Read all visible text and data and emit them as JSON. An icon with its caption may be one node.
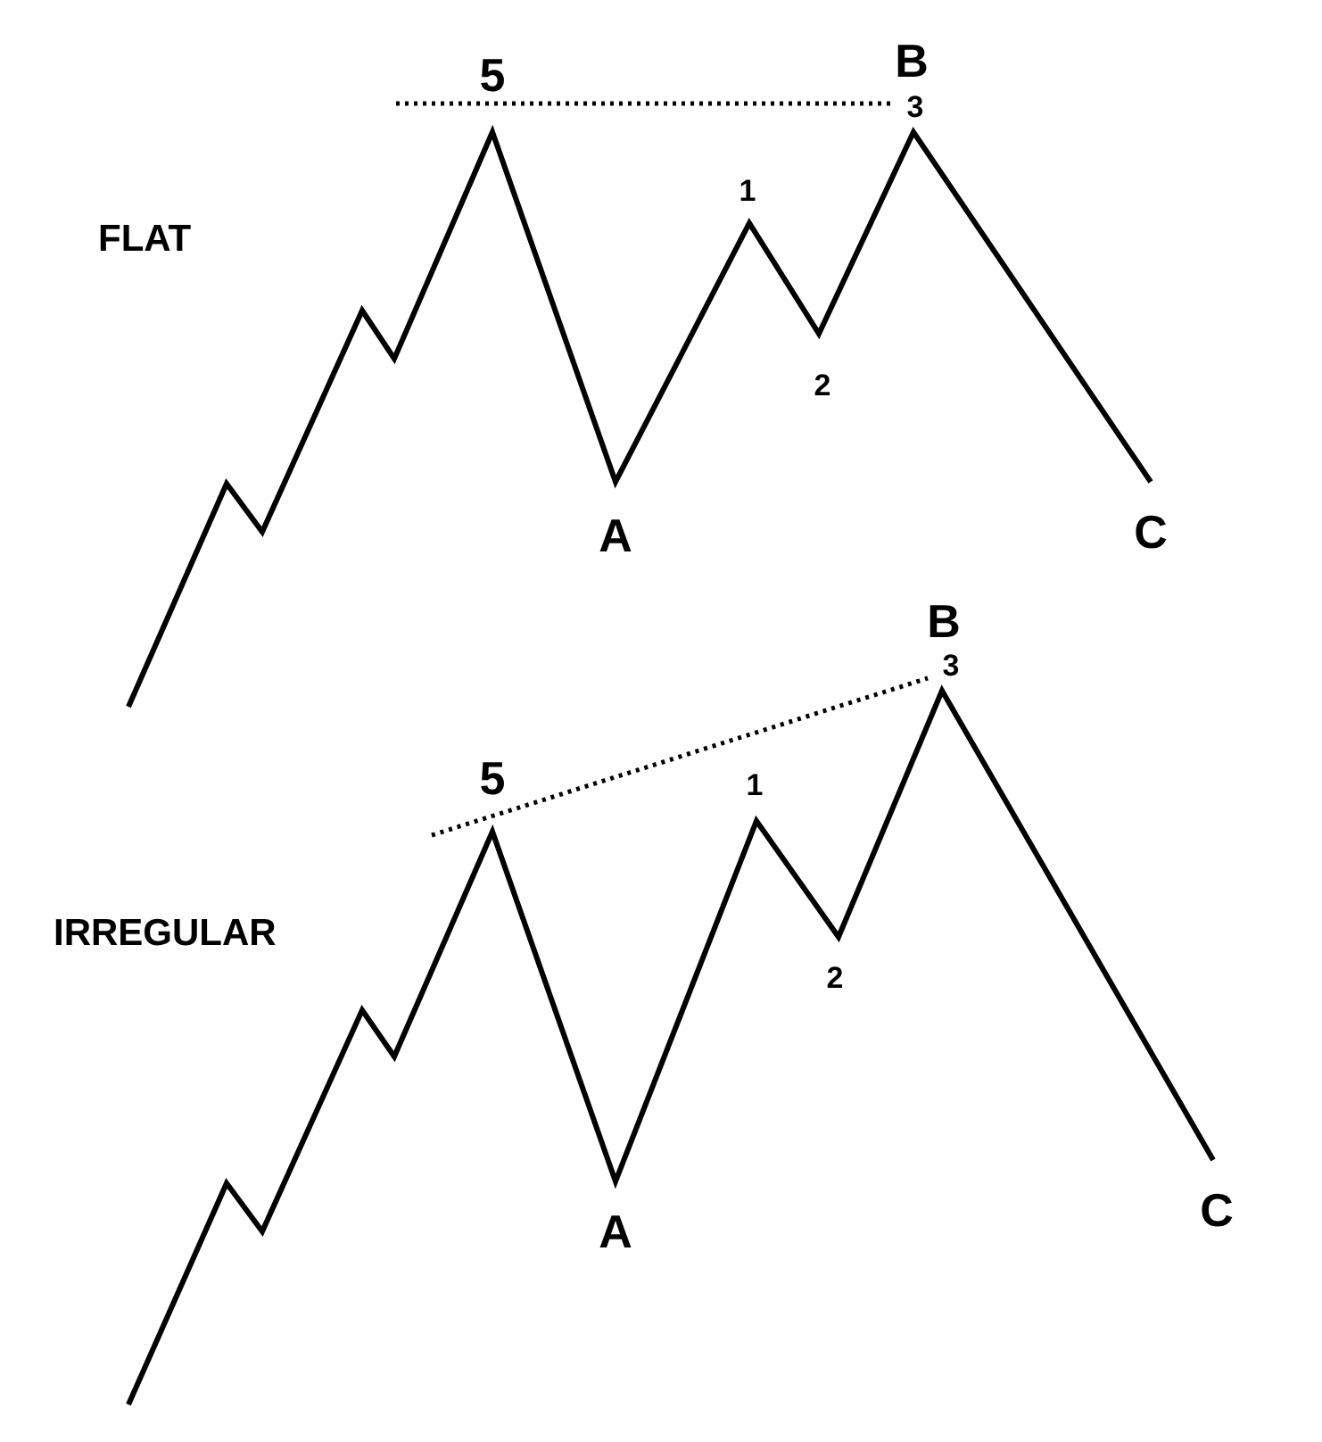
{
  "diagram": {
    "labels": [
      "5",
      "B",
      "3",
      "1",
      "FLAT",
      "2",
      "A",
      "C",
      "B",
      "3",
      "5",
      "1",
      "IRREGULAR",
      "2",
      "A",
      "C"
    ]
  }
}
